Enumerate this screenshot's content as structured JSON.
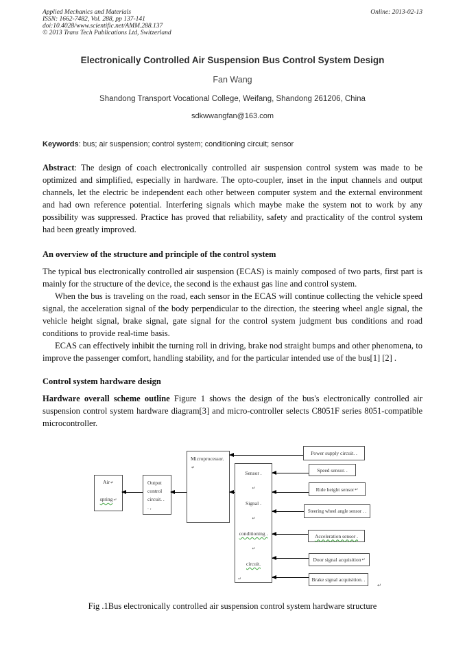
{
  "header": {
    "journal": "Applied Mechanics and Materials",
    "issn": "ISSN: 1662-7482, Vol. 288, pp 137-141",
    "doi": "doi:10.4028/www.scientific.net/AMM.288.137",
    "copyright": "© 2013 Trans Tech Publications Ltd, Switzerland",
    "online": "Online: 2013-02-13"
  },
  "title": "Electronically Controlled Air Suspension Bus Control System Design",
  "author": "Fan Wang",
  "affiliation": "Shandong Transport Vocational College, Weifang, Shandong 261206, China",
  "email": "sdkwwangfan@163.com",
  "keywords": {
    "label": "Keywords",
    "text": ": bus; air suspension; control system; conditioning circuit; sensor"
  },
  "abstract": {
    "label": "Abstract",
    "text": ": The design of coach electronically controlled air suspension control system was made to be optimized and simplified, especially in hardware. The opto-coupler, inset in the input channels and output channels, let the electric be independent each other between computer system and the external environment and had own reference potential. Interfering signals which maybe make the system not to work by any possibility was suppressed. Practice has proved that reliability, safety and practicality of the control system had been greatly improved."
  },
  "sections": {
    "overview": {
      "heading": "An overview of the structure and principle of the control system",
      "p1": "The typical bus electronically controlled air suspension (ECAS) is mainly composed of two parts, first part is mainly for the structure of the device, the second is the exhaust gas line and control system.",
      "p2": "When the bus is traveling on the road, each sensor in the ECAS will continue collecting the vehicle speed signal, the acceleration signal of the body perpendicular to the direction, the steering wheel angle signal, the vehicle height signal, brake signal, gate signal for the control system judgment bus conditions and road conditions to provide real-time basis.",
      "p3": "ECAS can effectively inhibit the turning roll in driving, brake nod straight bumps and other phenomena, to improve the passenger comfort, handling stability, and for the particular intended use of the bus[1] [2] ."
    },
    "hardware": {
      "heading": "Control system hardware design",
      "lead": "Hardware overall scheme outline",
      "p1": " Figure 1 shows the design of the bus's electronically controlled air suspension control system hardware diagram[3] and micro-controller selects C8051F series 8051-compatible microcontroller."
    }
  },
  "figure": {
    "return_mark": "↵",
    "boxes": {
      "air_spring": {
        "l1": "Air",
        "l2": "spring"
      },
      "output_control": {
        "l1": "Output",
        "l2": "control",
        "l3": "circuit. .",
        "l4": ". ,"
      },
      "microprocessor": {
        "l1": "Microprocessor. "
      },
      "conditioning": {
        "l1": "Sensor  .",
        "l2": "Signal .",
        "l3": "conditioning  .",
        "l4": "circuit."
      },
      "power": {
        "label": "Power supply circuit. ."
      },
      "speed": {
        "label": "Speed sensor. ."
      },
      "ride": {
        "label": "Ride height sensor"
      },
      "steering": {
        "label": "Steering wheel angle sensor . ."
      },
      "acceleration": {
        "label": "Acceleration   sensor ."
      },
      "door": {
        "label": "Door signal acquisition"
      },
      "brake": {
        "label": "Brake signal acquisition. ."
      }
    },
    "caption": "Fig .1Bus electronically controlled air suspension control system hardware structure"
  }
}
